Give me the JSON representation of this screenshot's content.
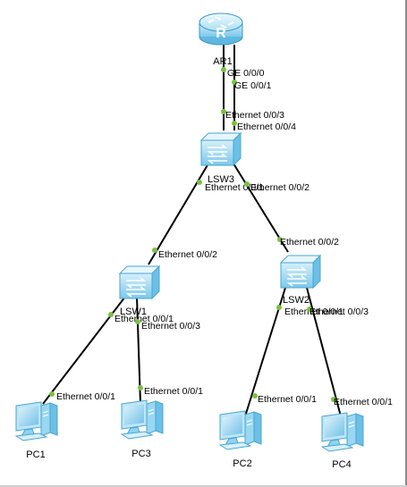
{
  "colors": {
    "link": "#000000",
    "port_dot": "#7bc043",
    "device_light": "#d6f0fb",
    "device_mid": "#8fd3f0",
    "device_dark": "#3fa9d8",
    "border_right": "#8c8c8c"
  },
  "devices": [
    {
      "id": "ar1",
      "label": "AR1",
      "kind": "router",
      "icon": "router-icon"
    },
    {
      "id": "lsw3",
      "label": "LSW3",
      "kind": "switch",
      "icon": "switch-icon"
    },
    {
      "id": "lsw1",
      "label": "LSW1",
      "kind": "switch",
      "icon": "switch-icon"
    },
    {
      "id": "lsw2",
      "label": "LSW2",
      "kind": "switch",
      "icon": "switch-icon"
    },
    {
      "id": "pc1",
      "label": "PC1",
      "kind": "pc",
      "icon": "pc-icon"
    },
    {
      "id": "pc3",
      "label": "PC3",
      "kind": "pc",
      "icon": "pc-icon"
    },
    {
      "id": "pc2",
      "label": "PC2",
      "kind": "pc",
      "icon": "pc-icon"
    },
    {
      "id": "pc4",
      "label": "PC4",
      "kind": "pc",
      "icon": "pc-icon"
    }
  ],
  "links": [
    {
      "id": "ar1-lsw3-a",
      "from": "ar1",
      "to": "lsw3",
      "from_port": "GE 0/0/0",
      "to_port": "Ethernet 0/0/3"
    },
    {
      "id": "ar1-lsw3-b",
      "from": "ar1",
      "to": "lsw3",
      "from_port": "GE 0/0/1",
      "to_port": "Ethernet 0/0/4"
    },
    {
      "id": "lsw3-lsw1",
      "from": "lsw3",
      "to": "lsw1",
      "from_port": "Ethernet 0/0/1",
      "to_port": "Ethernet 0/0/2"
    },
    {
      "id": "lsw3-lsw2",
      "from": "lsw3",
      "to": "lsw2",
      "from_port": "Ethernet 0/0/2",
      "to_port": "Ethernet 0/0/2"
    },
    {
      "id": "lsw1-pc1",
      "from": "lsw1",
      "to": "pc1",
      "from_port": "Ethernet 0/0/1",
      "to_port": "Ethernet 0/0/1"
    },
    {
      "id": "lsw1-pc3",
      "from": "lsw1",
      "to": "pc3",
      "from_port": "Ethernet 0/0/3",
      "to_port": "Ethernet 0/0/1"
    },
    {
      "id": "lsw2-pc2",
      "from": "lsw2",
      "to": "pc2",
      "from_port": "Ethernet 0/0/1",
      "to_port": "Ethernet 0/0/1"
    },
    {
      "id": "lsw2-pc4",
      "from": "lsw2",
      "to": "pc4",
      "from_port": "Ethernet 0/0/3",
      "to_port": "Ethernet 0/0/1"
    }
  ]
}
